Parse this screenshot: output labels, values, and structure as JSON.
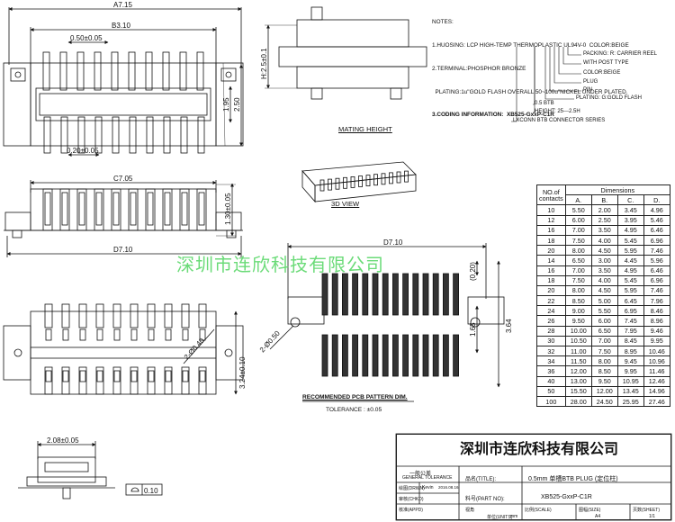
{
  "notes": {
    "heading": "NOTES:",
    "line1": "1.HUOSING: LCP HIGH-TEMP THERMOPLASTIC UL94V-0  COLOR:BEIGE",
    "line2": "2.TERMINAL:PHOSPHOR BRONZE",
    "line3": "  PLATING:1u\"GOLD FLASH OVERALL 50~100u\"NICKEL UNDER PLATED.",
    "line4": "3.CODING INFORMATION:  XB525-GxxP-C1R",
    "code_legend": [
      "PACKING: R: CARRIER REEL",
      "WITH POST TYPE",
      "COLOR:BEIGE",
      "PLUG",
      "PIN",
      "PLATING: G:GOLD FLASH",
      "0.5 BTB",
      "HEIGHT: 25---2.5H",
      "LXCONN BTB CONNECTOR SERIES"
    ]
  },
  "dims_top": {
    "a": "A7.15",
    "b": "B3.10",
    "pitch": "0.50±0.05",
    "h1": "1.95",
    "h2": "2.50",
    "bottom": "0.20±0.05"
  },
  "dims_side": {
    "c": "C7.05",
    "height": "1.30±0.05",
    "d": "D7.10"
  },
  "dims_mating": {
    "h": "H:2.5±0.1"
  },
  "labels": {
    "mating": "MATING HEIGHT",
    "view3d": "3D  VIEW"
  },
  "dims_bottom": {
    "post": "2-Ø0.40",
    "height": "3.24±0.10"
  },
  "dims_pcb": {
    "d": "D7.10",
    "hole": "2-Ø0.50",
    "w020": "(0.20)",
    "h165": "1.65",
    "h364": "3.64"
  },
  "pcb": {
    "title": "RECOMMENDED PCB PATTERN DIM.",
    "tolerance": "TOLERANCE : ±0.05"
  },
  "dims_side2": {
    "w": "2.08±0.05",
    "flat": "0.10"
  },
  "table": {
    "col1": "NO.of contacts",
    "group": "Dimensions",
    "headers": [
      "A.",
      "B.",
      "C.",
      "D."
    ],
    "rows": [
      [
        "10",
        "5.50",
        "2.00",
        "3.45",
        "4.96"
      ],
      [
        "12",
        "6.00",
        "2.50",
        "3.95",
        "5.46"
      ],
      [
        "16",
        "7.00",
        "3.50",
        "4.95",
        "6.46"
      ],
      [
        "18",
        "7.50",
        "4.00",
        "5.45",
        "6.96"
      ],
      [
        "20",
        "8.00",
        "4.50",
        "5.95",
        "7.46"
      ],
      [
        "14",
        "6.50",
        "3.00",
        "4.45",
        "5.96"
      ],
      [
        "16",
        "7.00",
        "3.50",
        "4.95",
        "6.46"
      ],
      [
        "18",
        "7.50",
        "4.00",
        "5.45",
        "6.96"
      ],
      [
        "20",
        "8.00",
        "4.50",
        "5.95",
        "7.46"
      ],
      [
        "22",
        "8.50",
        "5.00",
        "6.45",
        "7.96"
      ],
      [
        "24",
        "9.00",
        "5.50",
        "6.95",
        "8.46"
      ],
      [
        "26",
        "9.50",
        "6.00",
        "7.45",
        "8.96"
      ],
      [
        "28",
        "10.00",
        "6.50",
        "7.95",
        "9.46"
      ],
      [
        "30",
        "10.50",
        "7.00",
        "8.45",
        "9.95"
      ],
      [
        "32",
        "11.00",
        "7.50",
        "8.95",
        "10.46"
      ],
      [
        "34",
        "11.50",
        "8.00",
        "9.45",
        "10.96"
      ],
      [
        "36",
        "12.00",
        "8.50",
        "9.95",
        "11.46"
      ],
      [
        "40",
        "13.00",
        "9.50",
        "10.95",
        "12.46"
      ],
      [
        "50",
        "15.50",
        "12.00",
        "13.45",
        "14.96"
      ],
      [
        "100",
        "28.00",
        "24.50",
        "25.95",
        "27.46"
      ]
    ]
  },
  "watermark": "深圳市连欣科技有限公司",
  "title_block": {
    "company": "深圳市连欣科技有限公司",
    "tol_cn": "一般公差",
    "tol_en": "GENERAL TOLERANCE",
    "name_label": "品名(TITLE):",
    "name": "0.5mm 单槽BTB PLUG (定位柱)",
    "drawn_label": "绘图(DRWN)",
    "drawn_by": "Kevin",
    "drawn_date": "2016.08.16",
    "check_label": "审核(CHKD)",
    "approve_label": "核准(APPD)",
    "part_label": "料号(PART NO):",
    "part_no": "XB525-GxxP-C1R",
    "scale_label": "比例(SCALE)",
    "size_label": "图幅(SIZE)",
    "sheet_label": "页数(SHEET)",
    "unit_label": "单位(UNITS)",
    "unit": "mm",
    "size": "A4",
    "sheet": "1/1",
    "view_label": "视角"
  }
}
